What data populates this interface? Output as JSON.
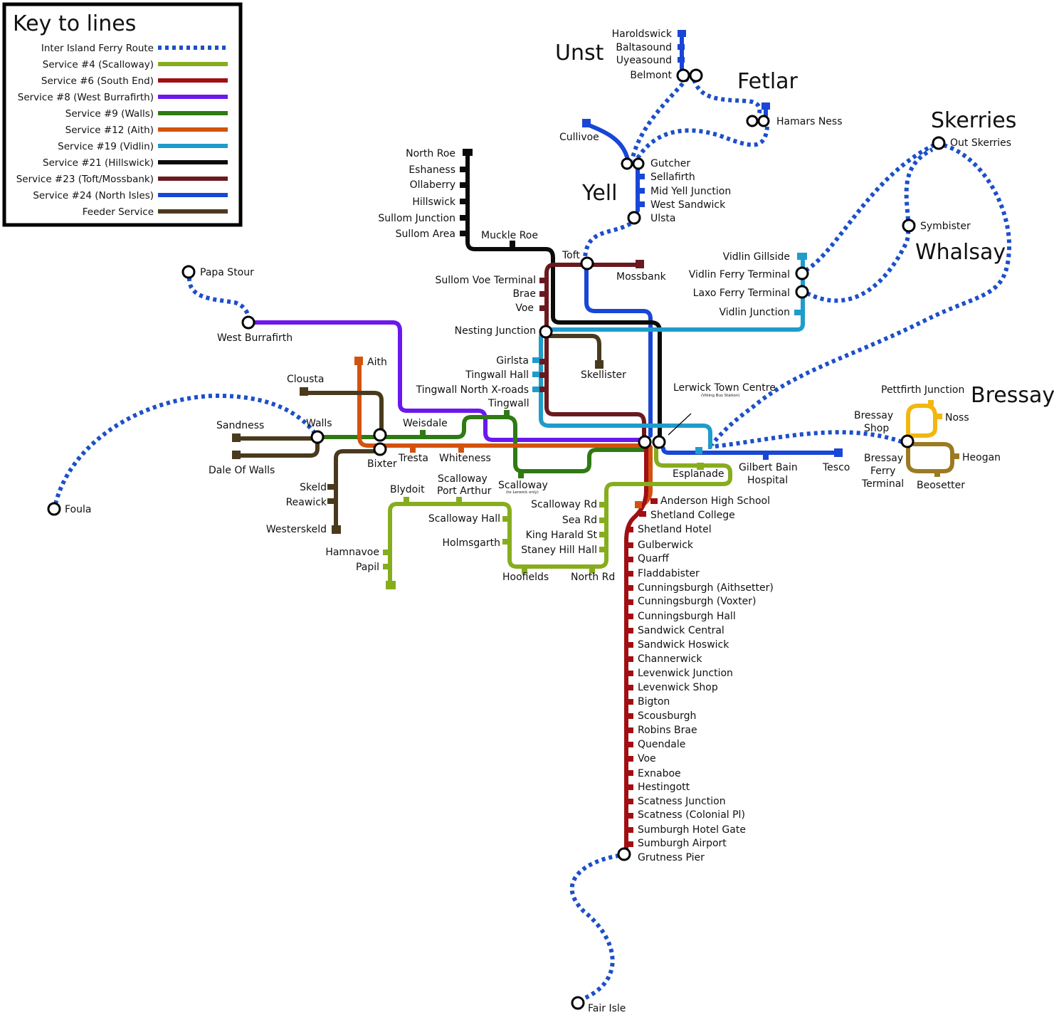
{
  "key": {
    "title": "Key to lines",
    "entries": [
      {
        "label": "Inter Island Ferry Route",
        "color": "#1c4fc9",
        "dashed": true
      },
      {
        "label": "Service #4 (Scalloway)",
        "color": "#86ad1e"
      },
      {
        "label": "Service #6 (South End)",
        "color": "#a00f12"
      },
      {
        "label": "Service #8 (West Burrafirth)",
        "color": "#6a18ee"
      },
      {
        "label": "Service #9 (Walls)",
        "color": "#2f7a13"
      },
      {
        "label": "Service #12 (Aith)",
        "color": "#d3520e"
      },
      {
        "label": "Service #19 (Vidlin)",
        "color": "#1e9ccc"
      },
      {
        "label": "Service #21 (Hillswick)",
        "color": "#0b0b0b"
      },
      {
        "label": "Service #23 (Toft/Mossbank)",
        "color": "#6a1a1e"
      },
      {
        "label": "Service #24 (North Isles)",
        "color": "#1846d6"
      },
      {
        "label": "Feeder Service",
        "color": "#4a3a1d"
      }
    ]
  },
  "colors": {
    "ferry": "#1c4fc9",
    "s4": "#86ad1e",
    "s6": "#a00f12",
    "s8": "#6a18ee",
    "s9": "#2f7a13",
    "s12": "#d3520e",
    "s19": "#1e9ccc",
    "s21": "#0b0b0b",
    "s23": "#6a1a1e",
    "s24": "#1846d6",
    "feeder": "#4a3a1d",
    "bressay_loop": "#f2b70f",
    "bressay_loop2": "#9c7a22"
  },
  "islands": {
    "unst": "Unst",
    "fetlar": "Fetlar",
    "yell": "Yell",
    "skerries": "Skerries",
    "whalsay": "Whalsay",
    "bressay": "Bressay"
  },
  "notes": {
    "viking": "(Viking Bus Station)",
    "lerwick_only": "(to Lerwick only)"
  },
  "stations": {
    "haroldswick": "Haroldswick",
    "baltasound": "Baltasound",
    "uyeasound": "Uyeasound",
    "belmont": "Belmont",
    "hamars_ness": "Hamars Ness",
    "cullivoe": "Cullivoe",
    "gutcher": "Gutcher",
    "sellafirth": "Sellafirth",
    "mid_yell": "Mid Yell Junction",
    "west_sandwick": "West Sandwick",
    "ulsta": "Ulsta",
    "out_skerries": "Out Skerries",
    "symbister": "Symbister",
    "north_roe": "North Roe",
    "eshaness": "Eshaness",
    "ollaberry": "Ollaberry",
    "hillswick": "Hillswick",
    "sullom_junction": "Sullom Junction",
    "sullom_area": "Sullom Area",
    "muckle_roe": "Muckle Roe",
    "toft": "Toft",
    "mossbank": "Mossbank",
    "vidlin_gillside": "Vidlin Gillside",
    "vidlin_ferry": "Vidlin Ferry Terminal",
    "laxo_ferry": "Laxo Ferry Terminal",
    "vidlin_junction": "Vidlin Junction",
    "sullom_voe_terminal": "Sullom Voe Terminal",
    "brae": "Brae",
    "voe_north": "Voe",
    "nesting_junction": "Nesting Junction",
    "papa_stour": "Papa Stour",
    "west_burrafirth": "West Burrafirth",
    "girlsta": "Girlsta",
    "tingwall_hall": "Tingwall Hall",
    "skellister": "Skellister",
    "tingwall_north": "Tingwall North X-roads",
    "tingwall": "Tingwall",
    "lerwick": "Lerwick Town Centre",
    "aith": "Aith",
    "clousta": "Clousta",
    "sandness": "Sandness",
    "walls": "Walls",
    "weisdale": "Weisdale",
    "dale_of_walls": "Dale Of Walls",
    "bixter": "Bixter",
    "tresta": "Tresta",
    "whiteness": "Whiteness",
    "esplanade": "Esplanade",
    "gilbert_bain": "Gilbert Bain",
    "hospital": "Hospital",
    "tesco": "Tesco",
    "pettfirth": "Pettfirth Junction",
    "bressay_shop_a": "Bressay",
    "bressay_shop_b": "Shop",
    "noss": "Noss",
    "heogan": "Heogan",
    "bressay_ferry_a": "Bressay",
    "bressay_ferry_b": "Ferry",
    "bressay_ferry_c": "Terminal",
    "beosetter": "Beosetter",
    "foula": "Foula",
    "skeld": "Skeld",
    "reawick": "Reawick",
    "westerskeld": "Westerskeld",
    "blydoit": "Blydoit",
    "scalloway_port_a": "Scalloway",
    "scalloway_port_b": "Port Arthur",
    "scalloway": "Scalloway",
    "scalloway_rd": "Scalloway Rd",
    "sea_rd": "Sea Rd",
    "king_harald": "King Harald St",
    "staney_hill": "Staney Hill Hall",
    "scalloway_hall": "Scalloway Hall",
    "holmsgarth": "Holmsgarth",
    "hamnavoe": "Hamnavoe",
    "papil": "Papil",
    "hoofields": "Hoofields",
    "north_rd": "North Rd",
    "anderson": "Anderson High School",
    "shetland_college": "Shetland College",
    "shetland_hotel": "Shetland Hotel",
    "gulberwick": "Gulberwick",
    "quarff": "Quarff",
    "fladdabister": "Fladdabister",
    "cunn_aith": "Cunningsburgh (Aithsetter)",
    "cunn_voxter": "Cunningsburgh (Voxter)",
    "cunn_hall": "Cunningsburgh Hall",
    "sandwick_central": "Sandwick Central",
    "sandwick_hoswick": "Sandwick Hoswick",
    "channerwick": "Channerwick",
    "levenwick_jn": "Levenwick Junction",
    "levenwick_shop": "Levenwick Shop",
    "bigton": "Bigton",
    "scousburgh": "Scousburgh",
    "robins_brae": "Robins Brae",
    "quendale": "Quendale",
    "voe_south": "Voe",
    "exnaboe": "Exnaboe",
    "hestingott": "Hestingott",
    "scatness_jn": "Scatness Junction",
    "scatness_colonial": "Scatness (Colonial Pl)",
    "sumburgh_hotel": "Sumburgh Hotel Gate",
    "sumburgh_airport": "Sumburgh Airport",
    "grutness": "Grutness Pier",
    "fair_isle": "Fair Isle"
  }
}
